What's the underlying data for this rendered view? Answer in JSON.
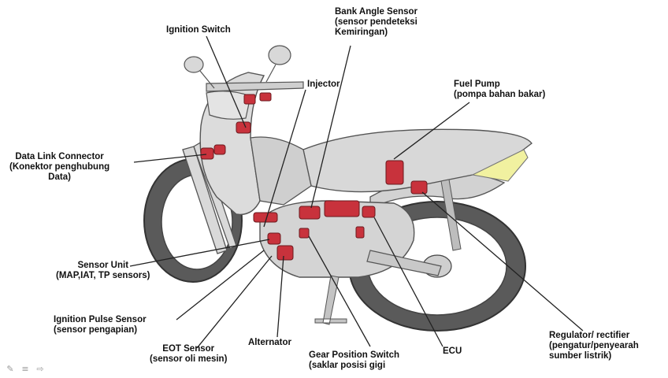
{
  "labels": {
    "ignition_switch": {
      "lines": [
        "Ignition Switch"
      ]
    },
    "bank_angle_sensor": {
      "lines": [
        "Bank Angle Sensor",
        "(sensor pendeteksi",
        "Kemiringan)"
      ]
    },
    "injector": {
      "lines": [
        "Injector"
      ]
    },
    "fuel_pump": {
      "lines": [
        "Fuel Pump",
        "(pompa bahan bakar)"
      ]
    },
    "data_link_connector": {
      "lines": [
        "Data Link Connector",
        "(Konektor penghubung",
        "Data)"
      ]
    },
    "sensor_unit": {
      "lines": [
        "Sensor Unit",
        "(MAP,IAT, TP sensors)"
      ]
    },
    "ignition_pulse_sensor": {
      "lines": [
        "Ignition Pulse Sensor",
        "(sensor pengapian)"
      ]
    },
    "eot_sensor": {
      "lines": [
        "EOT Sensor",
        "(sensor oli mesin)"
      ]
    },
    "alternator": {
      "lines": [
        "Alternator"
      ]
    },
    "gear_position_switch": {
      "lines": [
        "Gear Position Switch",
        "(saklar posisi gigi"
      ]
    },
    "ecu": {
      "lines": [
        "ECU"
      ]
    },
    "regulator_rectifier": {
      "lines": [
        "Regulator/ rectifier",
        "(pengatur/penyearah",
        "sumber listrik)"
      ]
    }
  },
  "colors": {
    "component_red": "#c8323c",
    "body_gray": "#d6d6d6",
    "outline": "#555555",
    "tire": "#5a5a5a",
    "reflector_yellow": "#f1f1a0",
    "leader_line": "#222222"
  },
  "toolbar": {
    "icons": [
      "pencil-icon",
      "menu-icon",
      "next-icon"
    ],
    "glyphs": [
      "✎",
      "≡",
      "⇨"
    ]
  }
}
